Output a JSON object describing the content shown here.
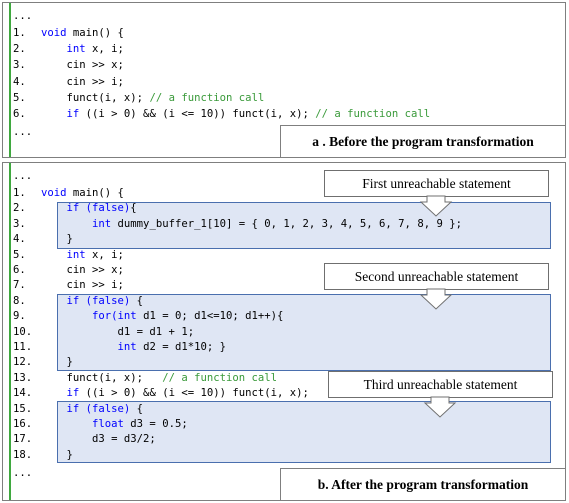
{
  "panel_a": {
    "caption": "a . Before the program transformation",
    "ellipsis_top": "...",
    "ellipsis_bottom": "...",
    "lines": [
      {
        "num": "1.",
        "pre": "",
        "kw": "void",
        "post": " main() {",
        "comment": ""
      },
      {
        "num": "2.",
        "pre": "    ",
        "kw": "int",
        "post": " x, i;",
        "comment": ""
      },
      {
        "num": "3.",
        "pre": "    cin >> x;",
        "kw": "",
        "post": "",
        "comment": ""
      },
      {
        "num": "4.",
        "pre": "    cin >> i;",
        "kw": "",
        "post": "",
        "comment": ""
      },
      {
        "num": "5.",
        "pre": "    funct(i, x); ",
        "kw": "",
        "post": "",
        "comment": "// a function call"
      },
      {
        "num": "6.",
        "pre": "    ",
        "kw": "if",
        "post": " ((i > 0) && (i <= 10)) funct(i, x); ",
        "comment": "// a function call"
      }
    ]
  },
  "panel_b": {
    "caption": "b. After the program transformation",
    "ellipsis_top": "...",
    "ellipsis_bottom": "...",
    "lines": [
      {
        "num": "1.",
        "pre": "",
        "kw": "void",
        "post": " main() {",
        "comment": ""
      },
      {
        "num": "2.",
        "pre": "    ",
        "kw": "if (false)",
        "post": "{",
        "comment": ""
      },
      {
        "num": "3.",
        "pre": "        ",
        "kw": "int",
        "post": " dummy_buffer_1[10] = { 0, 1, 2, 3, 4, 5, 6, 7, 8, 9 };",
        "comment": ""
      },
      {
        "num": "4.",
        "pre": "    }",
        "kw": "",
        "post": "",
        "comment": ""
      },
      {
        "num": "5.",
        "pre": "    ",
        "kw": "int",
        "post": " x, i;",
        "comment": ""
      },
      {
        "num": "6.",
        "pre": "    cin >> x;",
        "kw": "",
        "post": "",
        "comment": ""
      },
      {
        "num": "7.",
        "pre": "    cin >> i;",
        "kw": "",
        "post": "",
        "comment": ""
      },
      {
        "num": "8.",
        "pre": "    ",
        "kw": "if (false)",
        "post": " {",
        "comment": ""
      },
      {
        "num": "9.",
        "pre": "        ",
        "kw": "for(int",
        "post": " d1 = 0; d1<=10; d1++){",
        "comment": ""
      },
      {
        "num": "10.",
        "pre": "            d1 = d1 + 1;",
        "kw": "",
        "post": "",
        "comment": ""
      },
      {
        "num": "11.",
        "pre": "            ",
        "kw": "int",
        "post": " d2 = d1*10; }",
        "comment": ""
      },
      {
        "num": "12.",
        "pre": "    }",
        "kw": "",
        "post": "",
        "comment": ""
      },
      {
        "num": "13.",
        "pre": "    funct(i, x);   ",
        "kw": "",
        "post": "",
        "comment": "// a function call"
      },
      {
        "num": "14.",
        "pre": "    ",
        "kw": "if",
        "post": " ((i > 0) && (i <= 10)) funct(i, x);",
        "comment": ""
      },
      {
        "num": "15.",
        "pre": "    ",
        "kw": "if (false)",
        "post": " {",
        "comment": ""
      },
      {
        "num": "16.",
        "pre": "        ",
        "kw": "float",
        "post": " d3 = 0.5;",
        "comment": ""
      },
      {
        "num": "17.",
        "pre": "        d3 = d3/2;",
        "kw": "",
        "post": "",
        "comment": ""
      },
      {
        "num": "18.",
        "pre": "    }",
        "kw": "",
        "post": "",
        "comment": ""
      }
    ],
    "callouts": [
      {
        "label": "First unreachable statement"
      },
      {
        "label": "Second unreachable statement"
      },
      {
        "label": "Third unreachable statement"
      }
    ]
  }
}
